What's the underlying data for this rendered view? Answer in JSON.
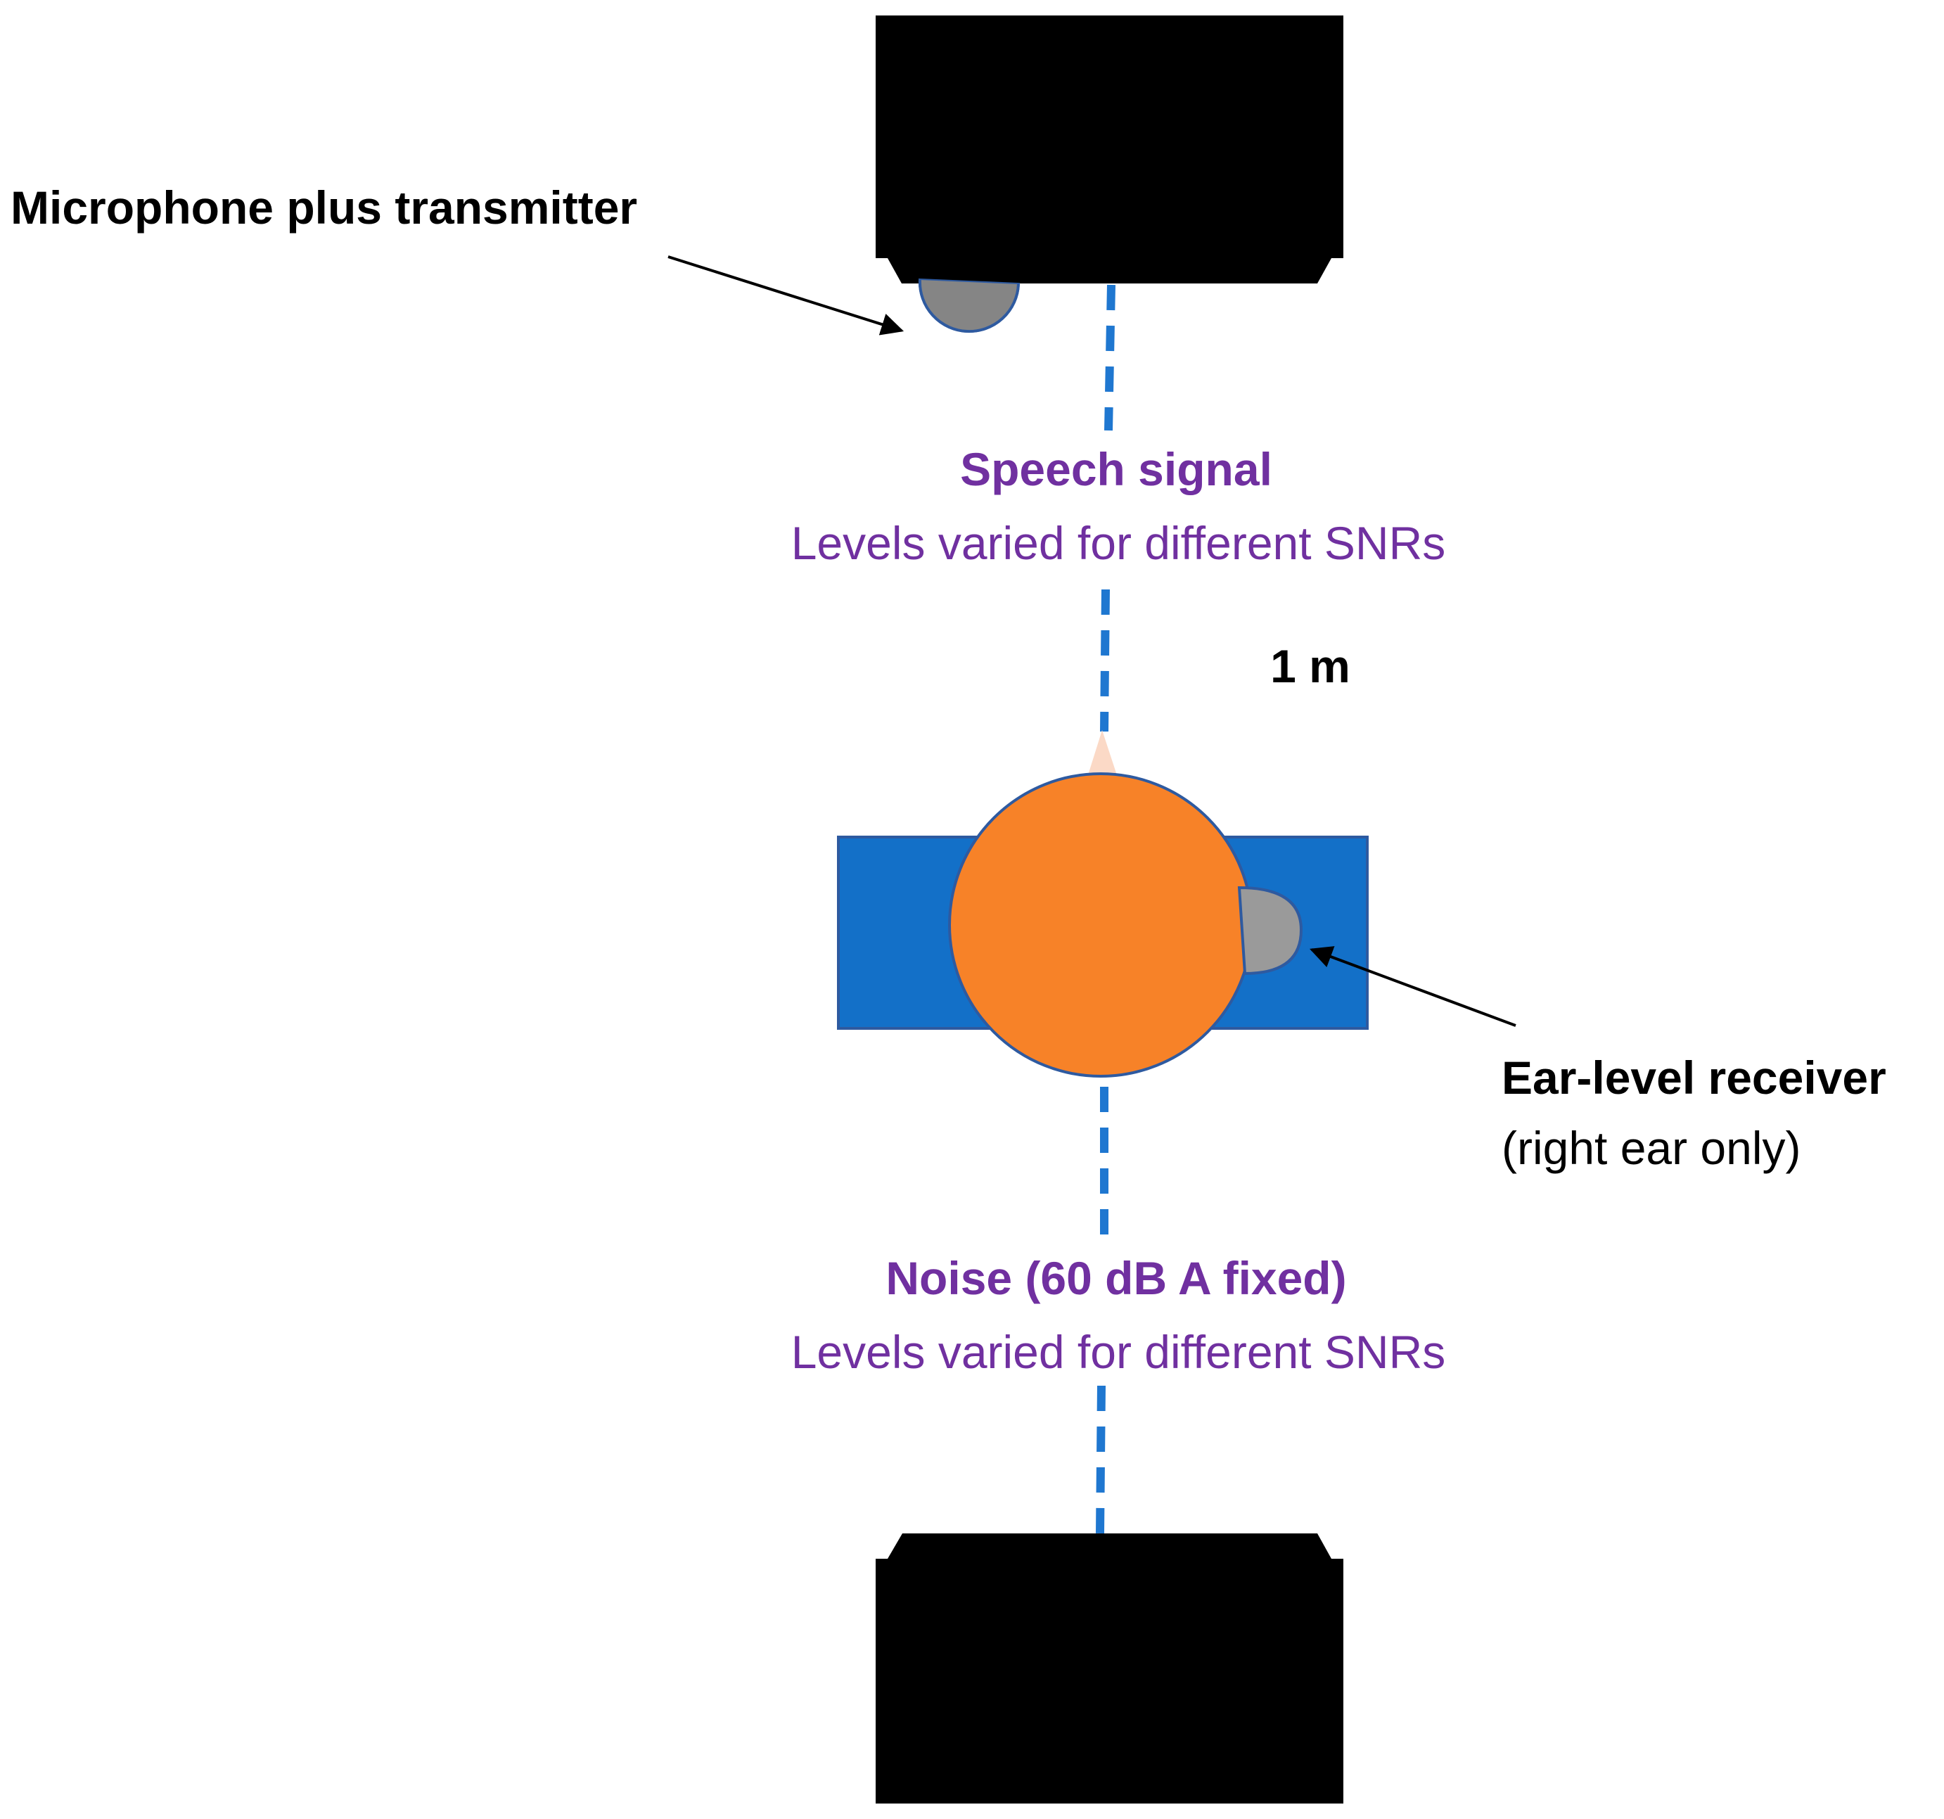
{
  "labels": {
    "microphone": "Microphone plus transmitter",
    "speech_title": "Speech signal",
    "speech_sub": "Levels varied for different SNRs",
    "distance": "1 m",
    "receiver_title": "Ear-level receiver",
    "receiver_sub": "(right ear only)",
    "noise_title": "Noise (60 dB A fixed)",
    "noise_sub": "Levels varied for different SNRs"
  },
  "colors": {
    "speaker": "#000000",
    "signal_line": "#1F77D0",
    "shoulders": "#1370C8",
    "head": "#F78228",
    "head_outline": "#2E5AA0",
    "nose": "#FBD9C6",
    "device": "#9A9A9A",
    "microphone": "#858585",
    "label_accent": "#7030A0",
    "label_text": "#000000"
  }
}
